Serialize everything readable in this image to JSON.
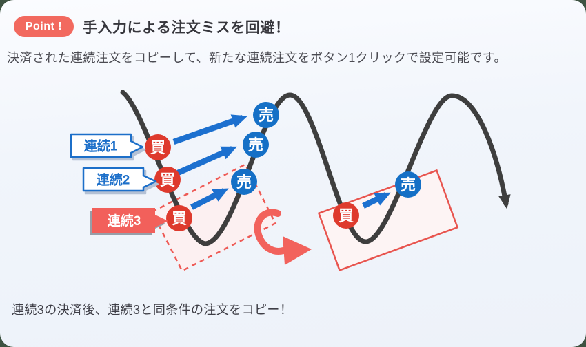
{
  "point_badge": "Point !",
  "title": "手入力による注文ミスを回避！",
  "description": "決済された連続注文をコピーして、新たな連続注文をボタン1クリックで設定可能です。",
  "footer_note": "連続3の決済後、連続3と同条件の注文をコピー！",
  "diagram": {
    "buy_marker": "買",
    "sell_marker": "売",
    "order_labels": [
      {
        "label": "連続1"
      },
      {
        "label": "連続2"
      },
      {
        "label": "連続3"
      }
    ],
    "colors": {
      "buy_red": "#de3a2d",
      "sell_blue": "#1570c6",
      "arrow_blue": "#1c70cf",
      "accent_salmon": "#f2625c",
      "rect_red": "#e8544e",
      "wave_dark": "#3e3e3e"
    }
  }
}
